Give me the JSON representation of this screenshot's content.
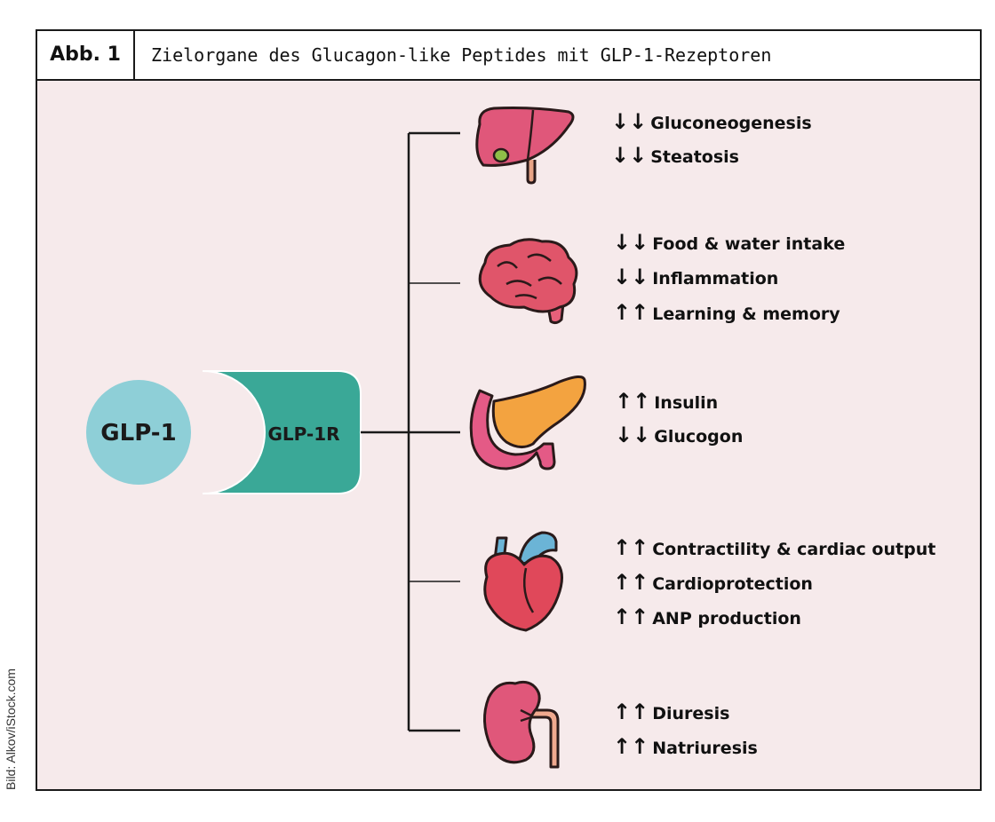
{
  "header": {
    "figure_label": "Abb. 1",
    "title": "Zielorgane des Glucagon-like Peptides mit GLP-1-Rezeptoren"
  },
  "ligand": {
    "label": "GLP-1",
    "color": "#8ecfd7"
  },
  "receptor": {
    "label": "GLP-1R",
    "color": "#3aa897"
  },
  "organs": [
    {
      "name": "liver",
      "effects": [
        {
          "direction": "down",
          "arrows": "↓↓",
          "text": "Gluconeogenesis"
        },
        {
          "direction": "down",
          "arrows": "↓↓",
          "text": "Steatosis"
        }
      ]
    },
    {
      "name": "brain",
      "effects": [
        {
          "direction": "down",
          "arrows": "↓↓",
          "text": "Food & water intake"
        },
        {
          "direction": "down",
          "arrows": "↓↓",
          "text": "Inflammation"
        },
        {
          "direction": "up",
          "arrows": "↑↑",
          "text": "Learning & memory"
        }
      ]
    },
    {
      "name": "pancreas",
      "effects": [
        {
          "direction": "up",
          "arrows": "↑↑",
          "text": "Insulin"
        },
        {
          "direction": "down",
          "arrows": "↓↓",
          "text": "Glucogon"
        }
      ]
    },
    {
      "name": "heart",
      "effects": [
        {
          "direction": "up",
          "arrows": "↑↑",
          "text": "Contractility & cardiac output"
        },
        {
          "direction": "up",
          "arrows": "↑↑",
          "text": "Cardioprotection"
        },
        {
          "direction": "up",
          "arrows": "↑↑",
          "text": "ANP production"
        }
      ]
    },
    {
      "name": "kidney",
      "effects": [
        {
          "direction": "up",
          "arrows": "↑↑",
          "text": "Diuresis"
        },
        {
          "direction": "up",
          "arrows": "↑↑",
          "text": "Natriuresis"
        }
      ]
    }
  ],
  "credit": "Bild: Alkov/iStock.com",
  "colors": {
    "background": "#f6eaeb",
    "border": "#1a1a1a",
    "text": "#111111"
  }
}
